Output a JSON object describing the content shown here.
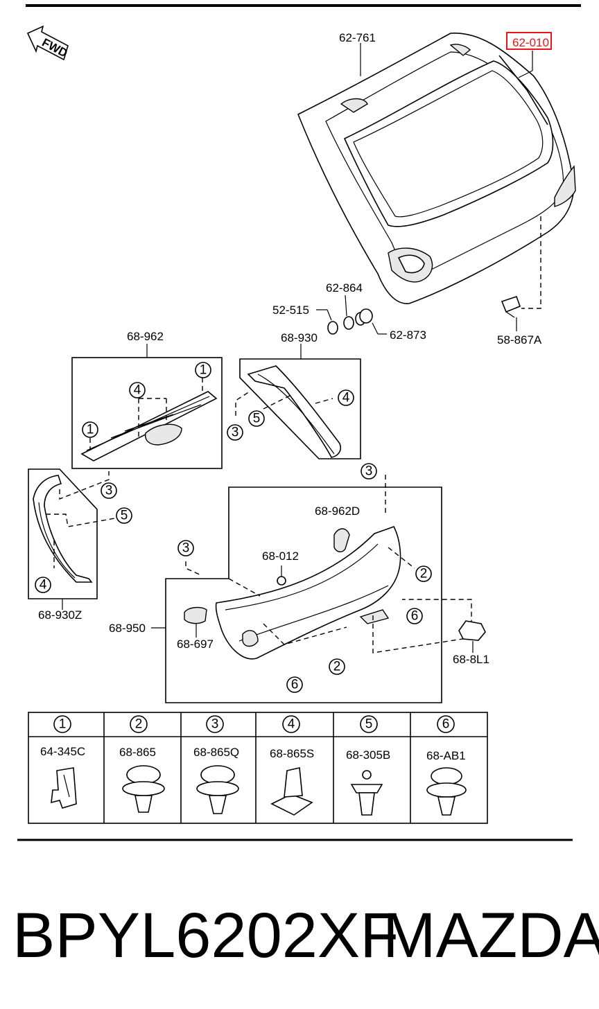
{
  "fwd_label": "FWD",
  "callouts": {
    "tailgate_shell": "62-761",
    "tailgate_assy": "62-010",
    "cap_a": "52-515",
    "cap_b": "62-864",
    "bumper": "62-873",
    "striker": "58-867A",
    "upper_trim": "68-962",
    "side_trim_right": "68-930",
    "side_trim_left": "68-930Z",
    "lower_trim": "68-950",
    "handle": "68-962D",
    "clip_012": "68-012",
    "hook": "68-697",
    "lamp": "68-8L1"
  },
  "circle_numbers": [
    "1",
    "2",
    "3",
    "4",
    "5",
    "6"
  ],
  "fastener_table": [
    {
      "num": "1",
      "part": "64-345C"
    },
    {
      "num": "2",
      "part": "68-865"
    },
    {
      "num": "3",
      "part": "68-865Q"
    },
    {
      "num": "4",
      "part": "68-865S"
    },
    {
      "num": "5",
      "part": "68-305B"
    },
    {
      "num": "6",
      "part": "68-AB1"
    }
  ],
  "footer": {
    "part_number": "BPYL6202XF",
    "brand": "MAZDA"
  },
  "colors": {
    "highlight": "#e8151b",
    "ink": "#000000"
  }
}
